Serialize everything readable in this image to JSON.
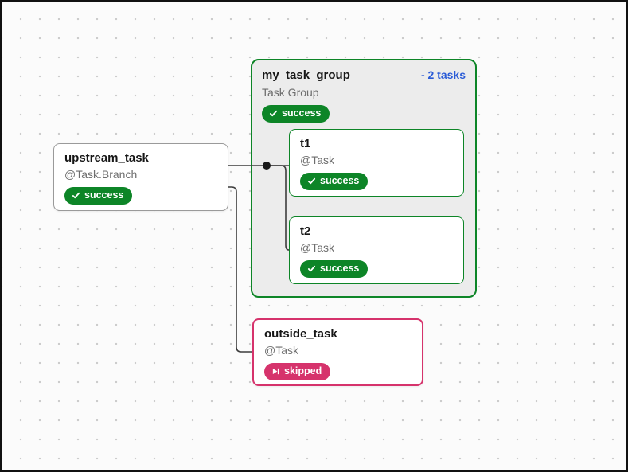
{
  "graph": {
    "upstream_task": {
      "title": "upstream_task",
      "subtitle": "@Task.Branch",
      "status": "success"
    },
    "task_group": {
      "title": "my_task_group",
      "collapse_label": "- 2 tasks",
      "subtitle": "Task Group",
      "status": "success",
      "children": [
        {
          "title": "t1",
          "subtitle": "@Task",
          "status": "success"
        },
        {
          "title": "t2",
          "subtitle": "@Task",
          "status": "success"
        }
      ]
    },
    "outside_task": {
      "title": "outside_task",
      "subtitle": "@Task",
      "status": "skipped"
    }
  },
  "icons": {
    "success": "check-icon",
    "skipped": "skip-end-icon"
  },
  "colors": {
    "success_green": "#0d8527",
    "skipped_pink": "#d6336c",
    "collapse_link_blue": "#2a5bd7",
    "group_background": "#ececec",
    "node_border_gray": "#9a9a9a",
    "edge_gray": "#3d3d3d",
    "canvas_background": "#fbfbfb"
  }
}
